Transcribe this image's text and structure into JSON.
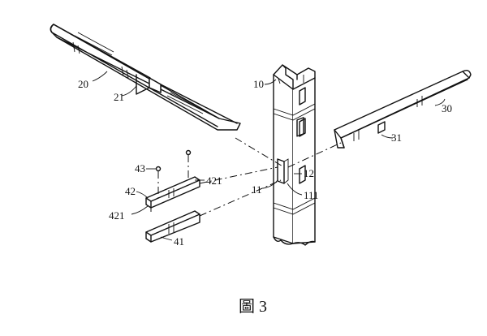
{
  "figure": {
    "caption": "圖 3",
    "labels": {
      "beam_left": "20",
      "beam_left_notch": "21",
      "beam_right": "30",
      "beam_right_notch": "31",
      "post": "10",
      "post_slot_left": "11",
      "post_slot_right": "12",
      "post_slot_detail": "111",
      "connector_upper": "42",
      "connector_lower": "41",
      "connector_pin": "43",
      "connector_tab_right": "421",
      "connector_tab_left": "421"
    }
  }
}
